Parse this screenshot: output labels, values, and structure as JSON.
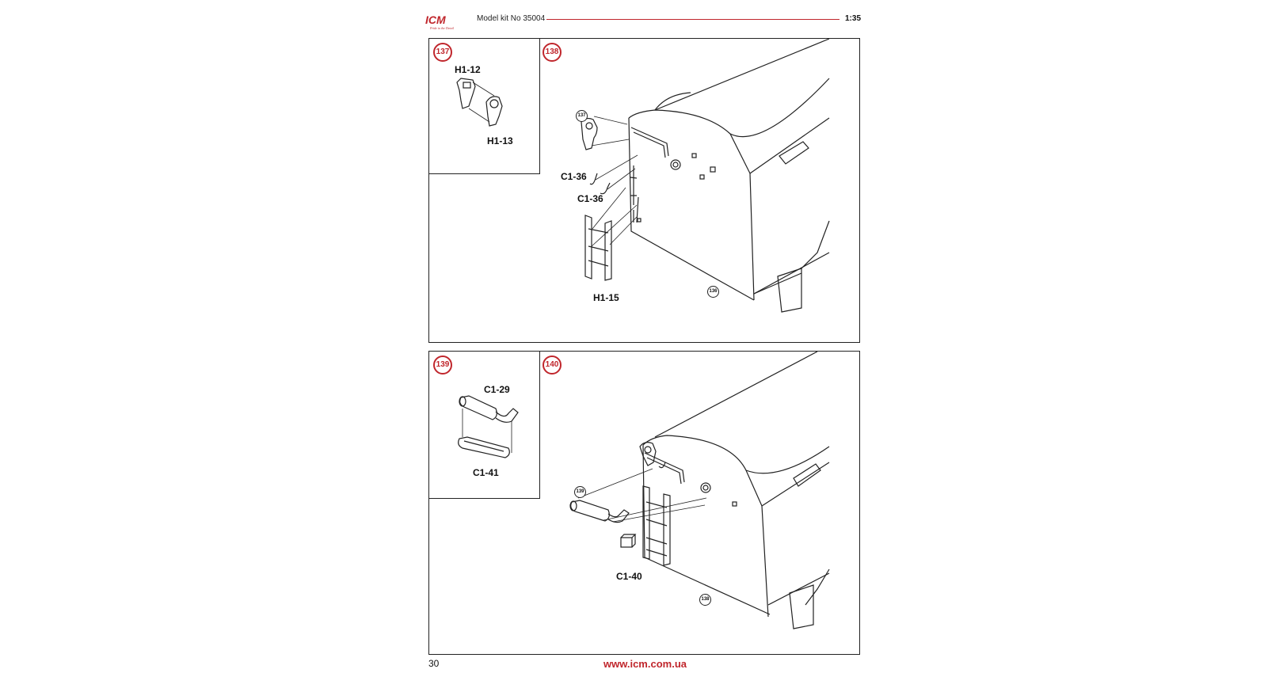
{
  "header": {
    "logo_text": "ICM",
    "logo_tagline": "Pride in the Detail",
    "kit_number": "Model kit No 35004",
    "scale": "1:35",
    "accent_color": "#c0262c"
  },
  "steps": {
    "s137": {
      "number": "137",
      "parts": {
        "top": "H1-12",
        "bottom": "H1-13"
      }
    },
    "s138": {
      "number": "138",
      "parts": {
        "c136a": "C1-36",
        "c136b": "C1-36",
        "ladder": "H1-15"
      },
      "refs": {
        "sub": "137",
        "base": "136"
      }
    },
    "s139": {
      "number": "139",
      "parts": {
        "top": "C1-29",
        "bottom": "C1-41"
      }
    },
    "s140": {
      "number": "140",
      "parts": {
        "box": "C1-40"
      },
      "refs": {
        "sub": "139",
        "base": "138"
      }
    }
  },
  "footer": {
    "page_number": "30",
    "url": "www.icm.com.ua"
  }
}
